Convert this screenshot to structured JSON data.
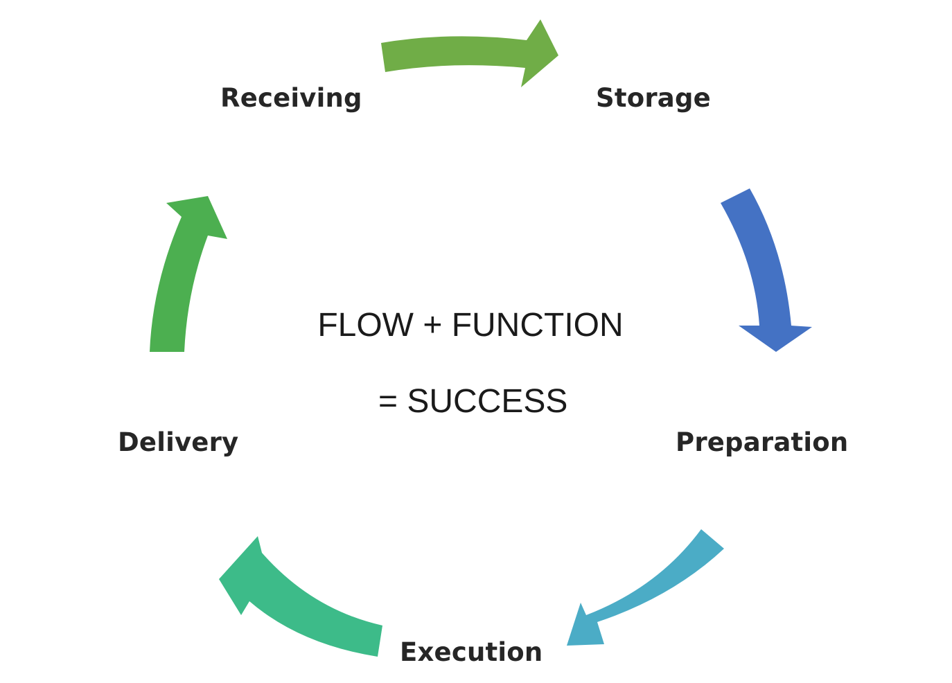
{
  "diagram": {
    "center": {
      "line1": "FLOW + FUNCTION",
      "line2": "= SUCCESS"
    },
    "stages": [
      {
        "label": "Receiving"
      },
      {
        "label": "Storage"
      },
      {
        "label": "Preparation"
      },
      {
        "label": "Execution"
      },
      {
        "label": "Delivery"
      }
    ],
    "arrows": [
      {
        "from": "Receiving",
        "to": "Storage",
        "color": "#70ad47"
      },
      {
        "from": "Storage",
        "to": "Preparation",
        "color": "#4472c4"
      },
      {
        "from": "Preparation",
        "to": "Execution",
        "color": "#4bacc6"
      },
      {
        "from": "Execution",
        "to": "Delivery",
        "color": "#3dbb89"
      },
      {
        "from": "Delivery",
        "to": "Receiving",
        "color": "#4caf50"
      }
    ]
  }
}
